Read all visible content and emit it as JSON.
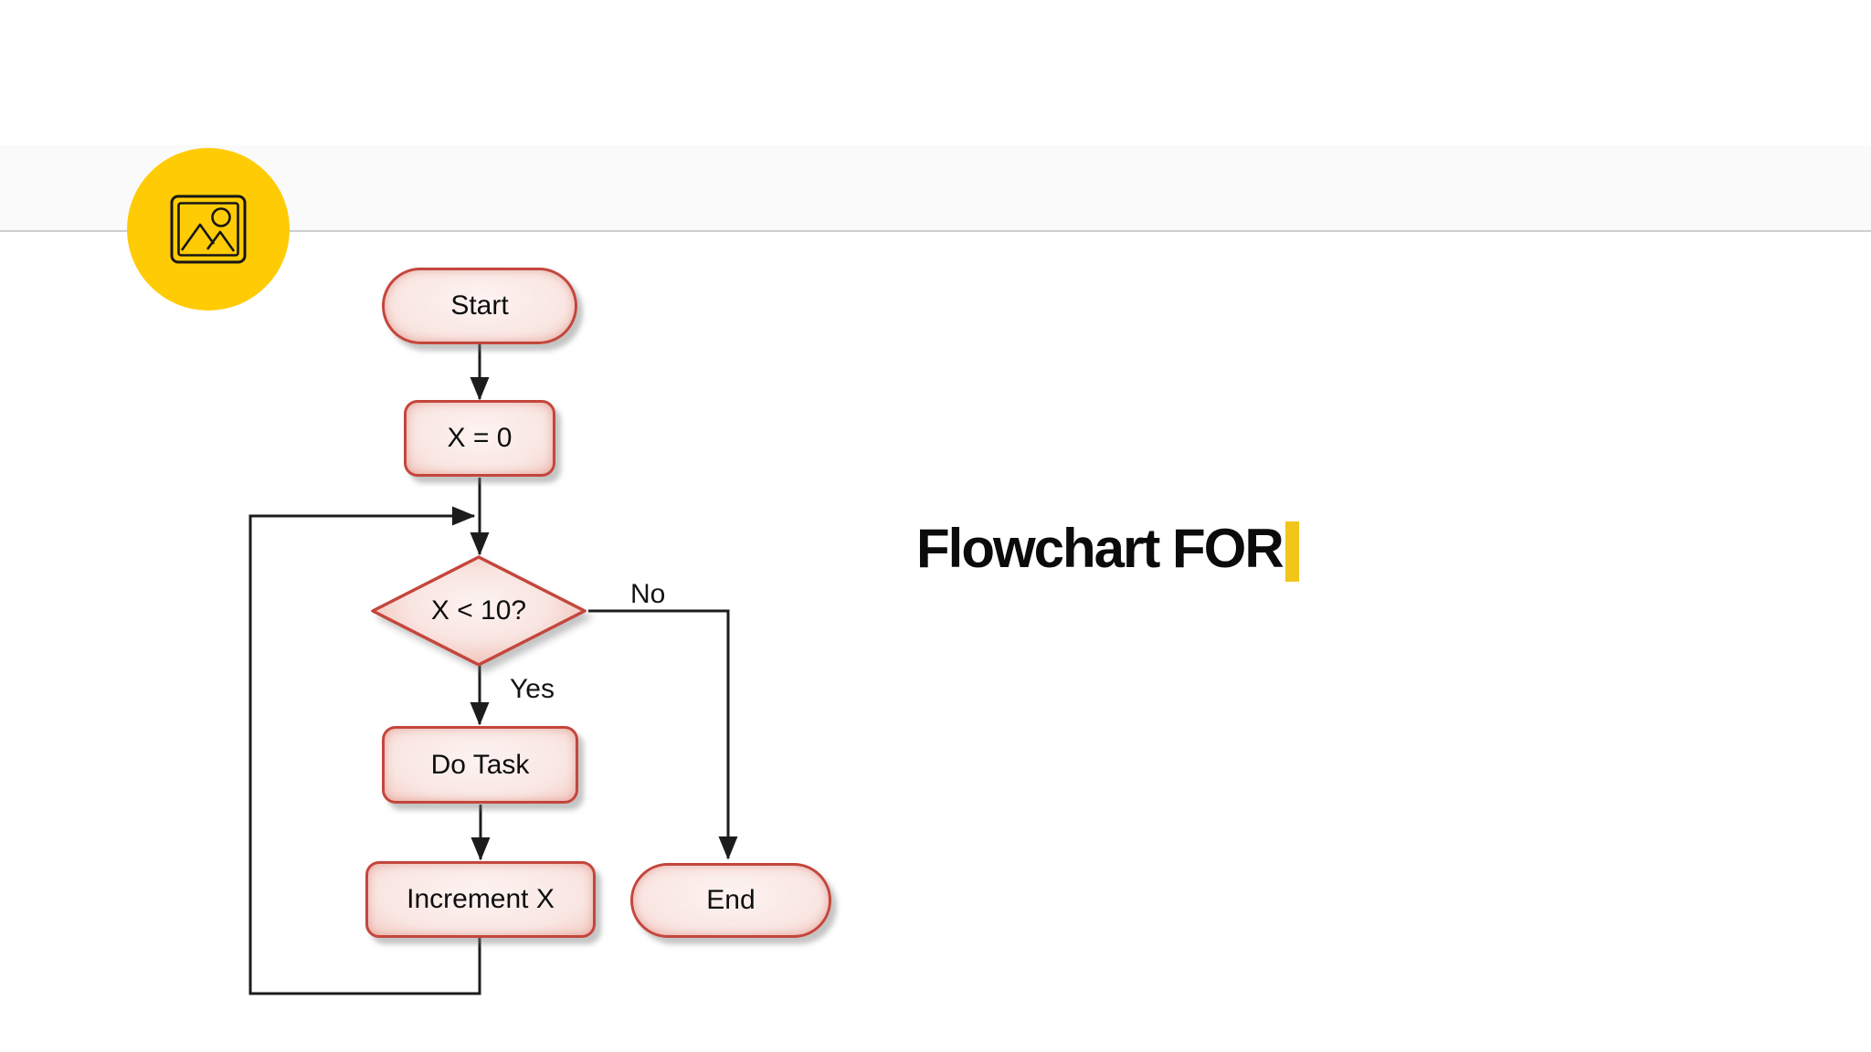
{
  "canvas": {
    "background": "#ffffff",
    "band_color": "#fafafa",
    "divider_color": "#cdcdd2"
  },
  "media_badge": {
    "background": "#ffcb05",
    "icon": "image-icon"
  },
  "title": {
    "text": "Flowchart FOR",
    "cursor_color": "#f2c51a"
  },
  "flowchart": {
    "nodes": [
      {
        "id": "start",
        "type": "terminator",
        "label": "Start"
      },
      {
        "id": "init",
        "type": "process",
        "label": "X = 0"
      },
      {
        "id": "decision",
        "type": "decision",
        "label": "X < 10?"
      },
      {
        "id": "task",
        "type": "process",
        "label": "Do Task"
      },
      {
        "id": "increment",
        "type": "process",
        "label": "Increment X"
      },
      {
        "id": "end",
        "type": "terminator",
        "label": "End"
      }
    ],
    "edges": [
      {
        "from": "start",
        "to": "init",
        "label": ""
      },
      {
        "from": "init",
        "to": "decision",
        "label": ""
      },
      {
        "from": "decision",
        "to": "task",
        "label": "Yes"
      },
      {
        "from": "decision",
        "to": "end",
        "label": "No"
      },
      {
        "from": "task",
        "to": "increment",
        "label": ""
      },
      {
        "from": "increment",
        "to": "decision",
        "label": ""
      }
    ],
    "yes_label": "Yes",
    "no_label": "No",
    "style": {
      "node_border": "#c4463c",
      "node_fill_center": "#fdf3f1",
      "node_fill_edge": "#e5978c",
      "connector_color": "#1c1c1c"
    }
  }
}
